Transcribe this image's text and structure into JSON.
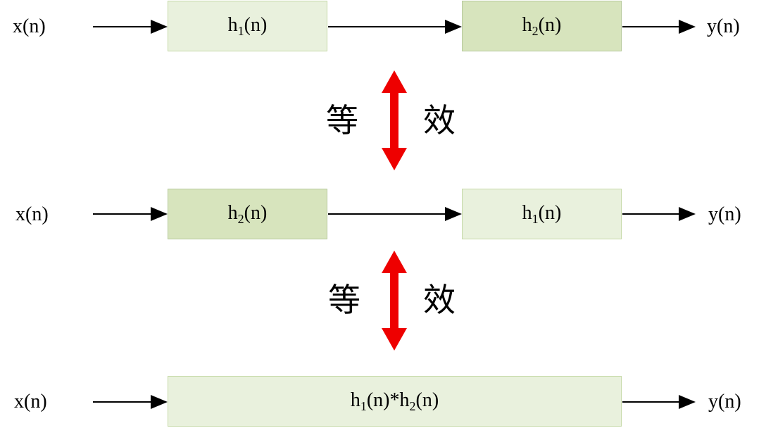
{
  "rows": [
    {
      "input": "x(n)",
      "output": "y(n)",
      "block1": {
        "base": "h",
        "sub": "1",
        "tail": "(n)"
      },
      "block2": {
        "base": "h",
        "sub": "2",
        "tail": "(n)"
      }
    },
    {
      "input": "x(n)",
      "output": "y(n)",
      "block1": {
        "base": "h",
        "sub": "2",
        "tail": "(n)"
      },
      "block2": {
        "base": "h",
        "sub": "1",
        "tail": "(n)"
      }
    },
    {
      "input": "x(n)",
      "output": "y(n)",
      "combined": {
        "a_base": "h",
        "a_sub": "1",
        "mid": "(n)*h",
        "b_sub": "2",
        "tail": "(n)"
      }
    }
  ],
  "equivalence": [
    {
      "left": "等",
      "right": "效"
    },
    {
      "left": "等",
      "right": "效"
    }
  ],
  "colors": {
    "light_block": "#e9f1dd",
    "dark_block": "#d7e4bd",
    "equivalence_arrow": "#ee0000"
  }
}
